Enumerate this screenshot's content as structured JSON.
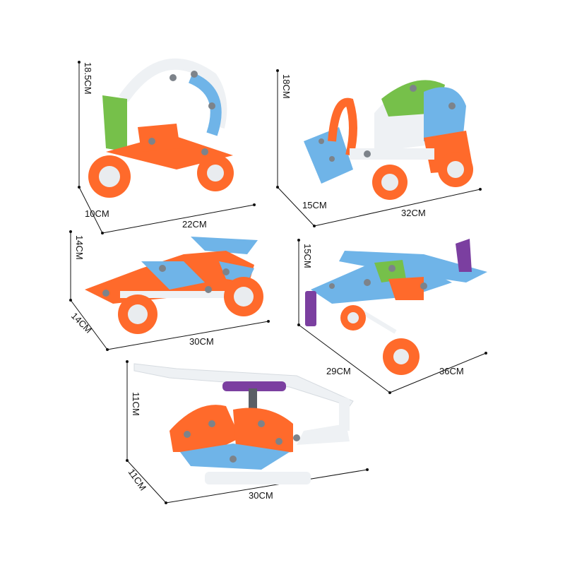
{
  "colors": {
    "orange": "#ff6a2b",
    "blue": "#6fb4e8",
    "green": "#76c04a",
    "purple": "#7b3fa0",
    "white_part": "#eef1f4",
    "grey_bolt": "#7d838a",
    "tire_hub": "#e9ecef"
  },
  "models": [
    {
      "name": "motorbike",
      "dims": [
        "18.5CM",
        "10CM",
        "22CM"
      ]
    },
    {
      "name": "bulldozer",
      "dims": [
        "18CM",
        "15CM",
        "32CM"
      ]
    },
    {
      "name": "race-car",
      "dims": [
        "14CM",
        "14CM",
        "30CM"
      ]
    },
    {
      "name": "airplane",
      "dims": [
        "15CM",
        "29CM",
        "36CM"
      ]
    },
    {
      "name": "helicopter",
      "dims": [
        "11CM",
        "11CM",
        "30CM"
      ]
    }
  ]
}
